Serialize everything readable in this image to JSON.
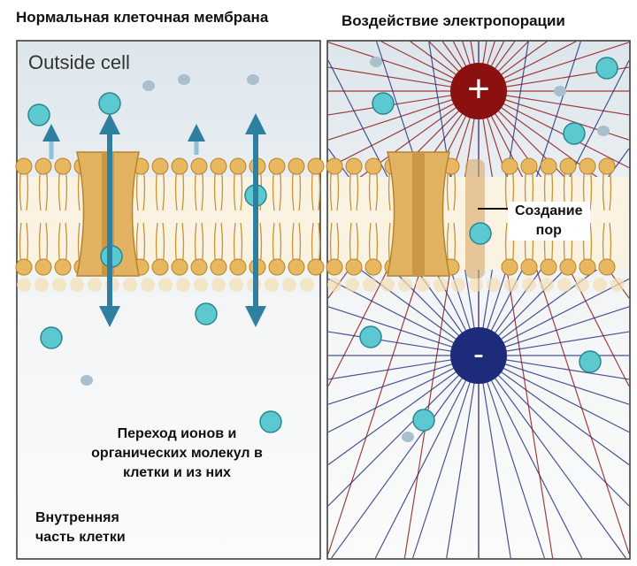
{
  "titles": {
    "left": "Нормальная клеточная мембрана",
    "right": "Воздействие электропорации"
  },
  "left_panel": {
    "outside_label": "Outside cell",
    "transport_label": [
      "Переход ионов и",
      "органических молекул в",
      "клетки и из них"
    ],
    "inside_label": [
      "Внутренняя",
      "часть клетки"
    ]
  },
  "right_panel": {
    "pore_label": [
      "Создание",
      "пор"
    ],
    "positive_symbol": "+",
    "negative_symbol": "-"
  },
  "colors": {
    "ion": "#5cc8d0",
    "lipid": "#e8b860",
    "positive": "#8b1010",
    "negative": "#1e2a7a",
    "arrow": "#2f7fa0"
  }
}
